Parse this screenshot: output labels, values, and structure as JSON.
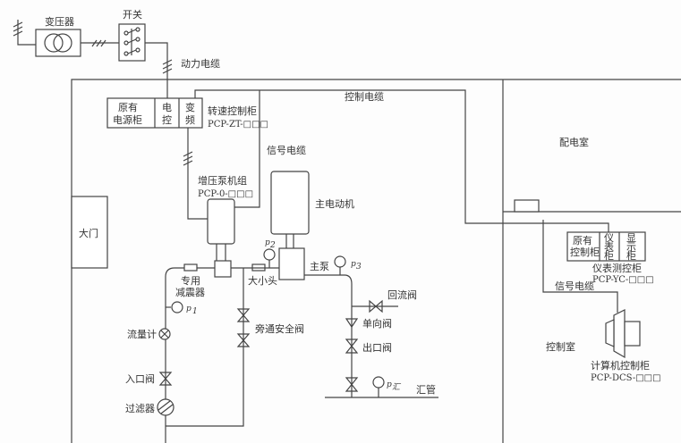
{
  "labels": {
    "transformer": "变压器",
    "switch": "开关",
    "power_cable": "动力电缆",
    "control_cable": "控制电缆",
    "signal_cable_1": "信号电缆",
    "signal_cable_2": "信号电缆",
    "orig_power_cab_1": "原有",
    "orig_power_cab_2": "电源柜",
    "elec_ctrl_1": "电",
    "elec_ctrl_2": "控",
    "vfd_1": "变",
    "vfd_2": "频",
    "speed_cab": "转速控制柜",
    "speed_cab_code": "PCP-ZT-□□□",
    "booster_unit": "增压泵机组",
    "booster_code": "PCP-0-□□□",
    "main_motor": "主电动机",
    "door": "大门",
    "power_room": "配电室",
    "control_room": "控制室",
    "orig_ctrl_cab_1": "原有",
    "orig_ctrl_cab_2": "控制柜",
    "instr_cab_1": "仪",
    "instr_cab_2": "表",
    "instr_cab_3": "柜",
    "display_cab_1": "显",
    "display_cab_2": "示",
    "display_cab_3": "柜",
    "instr_ctrl_cab": "仪表测控柜",
    "instr_ctrl_code": "PCP-YC-□□□",
    "computer_cab": "计算机控制柜",
    "computer_code": "PCP-DCS-□□□",
    "damper_1": "专用",
    "damper_2": "减震器",
    "reducer": "大小头",
    "main_pump": "主泵",
    "return_valve": "回流阀",
    "check_valve": "单向阀",
    "outlet_valve": "出口阀",
    "bypass_valve": "旁通安全阀",
    "flowmeter": "流量计",
    "inlet_valve": "入口阀",
    "filter": "过滤器",
    "manifold": "汇管",
    "p1": "p",
    "p1_sub": "1",
    "p2": "p",
    "p2_sub": "2",
    "p3": "p",
    "p3_sub": "3",
    "pm": "p",
    "pm_sub": "汇"
  }
}
